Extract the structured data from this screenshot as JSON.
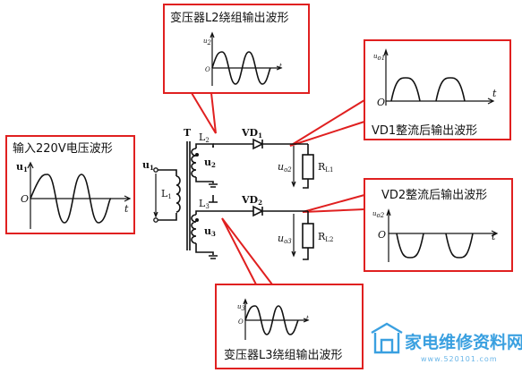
{
  "boxes": {
    "input": {
      "caption": "输入220V电压波形",
      "y_axis": "u",
      "y_sub": "1",
      "origin": "O",
      "x_axis": "t"
    },
    "l2": {
      "caption": "变压器L2绕组输出波形",
      "y_axis": "u",
      "y_sub": "2",
      "origin": "O",
      "x_axis": "t"
    },
    "vd1": {
      "caption": "VD1整流后输出波形",
      "y_axis": "u",
      "y_sub": "o1",
      "origin": "O",
      "x_axis": "t"
    },
    "vd2": {
      "caption": "VD2整流后输出波形",
      "y_axis": "u",
      "y_sub": "o2",
      "origin": "O",
      "x_axis": "t"
    },
    "l3": {
      "caption": "变压器L3绕组输出波形",
      "y_axis": "u",
      "y_sub": "3",
      "origin": "O",
      "x_axis": "t"
    }
  },
  "circuit": {
    "transformer": "T",
    "primary_u": "u",
    "primary_u_sub": "1",
    "primary_l": "L",
    "primary_l_sub": "1",
    "l2": "L",
    "l2_sub": "2",
    "u2": "u",
    "u2_sub": "2",
    "l3": "L",
    "l3_sub": "3",
    "u3": "u",
    "u3_sub": "3",
    "vd1": "VD",
    "vd1_sub": "1",
    "vd2": "VD",
    "vd2_sub": "2",
    "uo2": "u",
    "uo2_sub": "o2",
    "uo3": "u",
    "uo3_sub": "o3",
    "rl1": "R",
    "rl1_sub": "L1",
    "rl2": "R",
    "rl2_sub": "L2"
  },
  "watermark": {
    "text": "家电维修资料网",
    "url": "www.520101.com"
  },
  "colors": {
    "frame": "#e02020",
    "ink": "#111111",
    "watermark": "#3aa0e0"
  }
}
